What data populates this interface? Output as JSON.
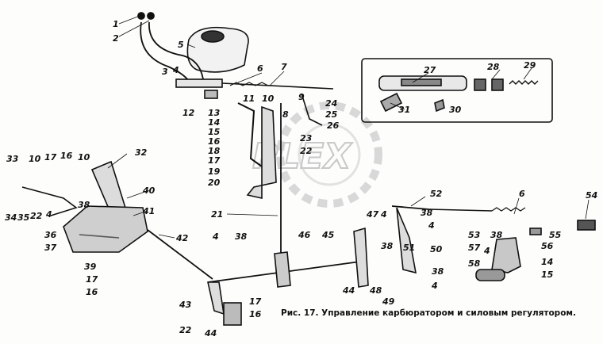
{
  "caption": "Рис. 17. Управление карбюратором и силовым регулятором.",
  "watermark": "PLEX",
  "labels": [
    {
      "text": "1"
    },
    {
      "text": "2"
    },
    {
      "text": "5"
    },
    {
      "text": "3"
    },
    {
      "text": "4"
    },
    {
      "text": "6"
    },
    {
      "text": "7"
    },
    {
      "text": "12"
    },
    {
      "text": "11"
    },
    {
      "text": "10"
    },
    {
      "text": "9"
    },
    {
      "text": "8"
    },
    {
      "text": "24"
    },
    {
      "text": "25"
    },
    {
      "text": "26"
    },
    {
      "text": "13"
    },
    {
      "text": "14"
    },
    {
      "text": "15"
    },
    {
      "text": "16"
    },
    {
      "text": "18"
    },
    {
      "text": "17"
    },
    {
      "text": "19"
    },
    {
      "text": "20"
    },
    {
      "text": "23"
    },
    {
      "text": "22"
    },
    {
      "text": "27"
    },
    {
      "text": "28"
    },
    {
      "text": "29"
    },
    {
      "text": "31"
    },
    {
      "text": "30"
    },
    {
      "text": "33"
    },
    {
      "text": "10"
    },
    {
      "text": "17"
    },
    {
      "text": "16"
    },
    {
      "text": "10"
    },
    {
      "text": "32"
    },
    {
      "text": "40"
    },
    {
      "text": "41"
    },
    {
      "text": "38"
    },
    {
      "text": "34"
    },
    {
      "text": "35"
    },
    {
      "text": "22"
    },
    {
      "text": "4"
    },
    {
      "text": "36"
    },
    {
      "text": "37"
    },
    {
      "text": "39"
    },
    {
      "text": "17"
    },
    {
      "text": "16"
    },
    {
      "text": "42"
    },
    {
      "text": "21"
    },
    {
      "text": "4"
    },
    {
      "text": "38"
    },
    {
      "text": "46"
    },
    {
      "text": "45"
    },
    {
      "text": "47"
    },
    {
      "text": "4"
    },
    {
      "text": "38"
    },
    {
      "text": "44"
    },
    {
      "text": "48"
    },
    {
      "text": "43"
    },
    {
      "text": "22"
    },
    {
      "text": "17"
    },
    {
      "text": "16"
    },
    {
      "text": "44"
    },
    {
      "text": "52"
    },
    {
      "text": "38"
    },
    {
      "text": "4"
    },
    {
      "text": "51"
    },
    {
      "text": "50"
    },
    {
      "text": "38"
    },
    {
      "text": "4"
    },
    {
      "text": "49"
    },
    {
      "text": "6"
    },
    {
      "text": "54"
    },
    {
      "text": "53"
    },
    {
      "text": "38"
    },
    {
      "text": "55"
    },
    {
      "text": "57"
    },
    {
      "text": "4"
    },
    {
      "text": "56"
    },
    {
      "text": "58"
    },
    {
      "text": "14"
    },
    {
      "text": "15"
    }
  ]
}
